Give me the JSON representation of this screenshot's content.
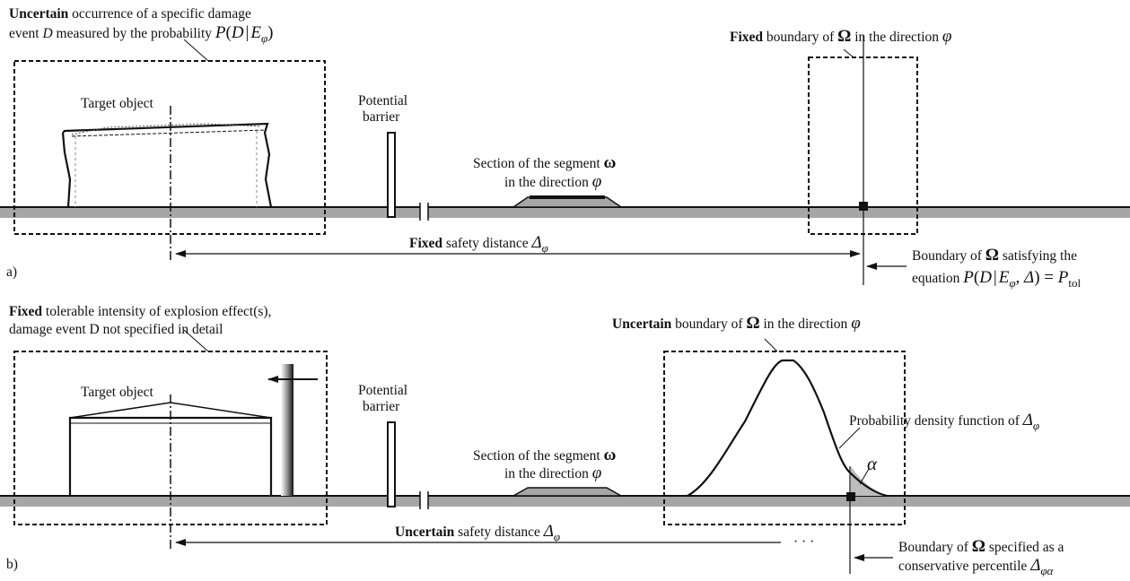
{
  "panel_a": {
    "panel_label": "a)",
    "damage_note": {
      "line1_bold": "Uncertain",
      "line1_rest": " occurrence of a specific damage",
      "line2_prefix": "event ",
      "line2_D": "D",
      "line2_mid": " measured by the probability ",
      "line2_P": "P",
      "line2_open": "(",
      "line2_D2": "D",
      "line2_bar": "|",
      "line2_E": "E",
      "line2_phi": "φ",
      "line2_close": ")"
    },
    "target_object": "Target object",
    "barrier_line1": "Potential",
    "barrier_line2": "barrier",
    "segment_line1": "Section of the segment ",
    "segment_omega": "ω",
    "segment_line2": "in the direction ",
    "segment_phi": "φ",
    "boundary_title_bold": "Fixed",
    "boundary_title_rest": " boundary of ",
    "boundary_title_Omega": "Ω",
    "boundary_title_dir": " in the direction ",
    "boundary_title_phi": "φ",
    "distance_bold": "Fixed",
    "distance_rest": " safety distance ",
    "distance_delta": "Δ",
    "distance_phi": "φ",
    "boundary_note_line1_a": "Boundary of ",
    "boundary_note_line1_Omega": "Ω",
    "boundary_note_line1_b": " satisfying the",
    "boundary_note_line2_a": "equation ",
    "boundary_note_line2_P": "P",
    "boundary_note_line2_open": "(",
    "boundary_note_line2_D": "D",
    "boundary_note_line2_bar": "|",
    "boundary_note_line2_E": "E",
    "boundary_note_line2_phi": "φ",
    "boundary_note_line2_comma": ",  ",
    "boundary_note_line2_delta": "Δ",
    "boundary_note_line2_close": ") = ",
    "boundary_note_line2_Ptol": "P",
    "boundary_note_line2_tol": "tol"
  },
  "panel_b": {
    "panel_label": "b)",
    "intensity_note": {
      "line1_bold": "Fixed",
      "line1_rest": " tolerable intensity of explosion effect(s),",
      "line2": "damage event D not specified in detail"
    },
    "target_object": "Target object",
    "barrier_line1": "Potential",
    "barrier_line2": "barrier",
    "segment_line1": "Section of the segment ",
    "segment_omega": "ω",
    "segment_line2": "in the direction ",
    "segment_phi": "φ",
    "boundary_title_bold": "Uncertain",
    "boundary_title_rest": " boundary of ",
    "boundary_title_Omega": "Ω",
    "boundary_title_dir": " in the direction ",
    "boundary_title_phi": "φ",
    "pdf_label": "Probability density function of ",
    "pdf_delta": "Δ",
    "pdf_phi": "φ",
    "alpha": "α",
    "distance_bold": "Uncertain",
    "distance_rest": " safety distance ",
    "distance_delta": "Δ",
    "distance_phi": "φ",
    "ellipsis": "· · ·",
    "boundary_note_line1_a": "Boundary of ",
    "boundary_note_line1_Omega": "Ω",
    "boundary_note_line1_b": " specified as a",
    "boundary_note_line2_a": "conservative percentile ",
    "boundary_note_line2_delta": "Δ",
    "boundary_note_line2_sub": "φα"
  },
  "colors": {
    "ground": "#a6a6a6",
    "line": "#111111",
    "background": "#ffffff"
  }
}
